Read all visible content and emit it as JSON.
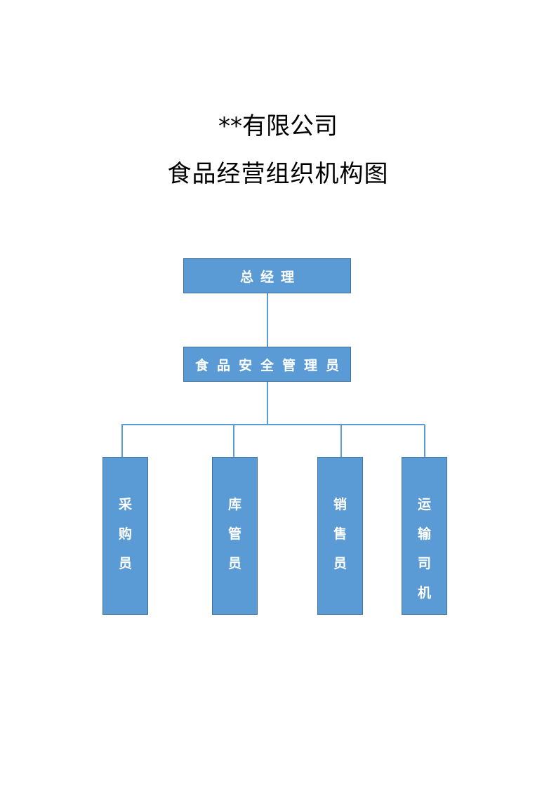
{
  "document": {
    "title_line_1": "**有限公司",
    "title_line_2": "食品经营组织机构图"
  },
  "org_chart": {
    "colors": {
      "box_fill": "#5b9bd5",
      "box_border": "#41719c",
      "connector": "#5b9bd5",
      "box_text": "#ffffff"
    },
    "root": {
      "label": "总经理"
    },
    "level_2": {
      "label": "食品安全管理员"
    },
    "leaves": [
      {
        "label": "采购员",
        "chars": [
          "采",
          "购",
          "员"
        ]
      },
      {
        "label": "库管员",
        "chars": [
          "库",
          "管",
          "员"
        ]
      },
      {
        "label": "销售员",
        "chars": [
          "销",
          "售",
          "员"
        ]
      },
      {
        "label": "运输司机",
        "chars": [
          "运",
          "输",
          "司",
          "机"
        ]
      }
    ]
  }
}
